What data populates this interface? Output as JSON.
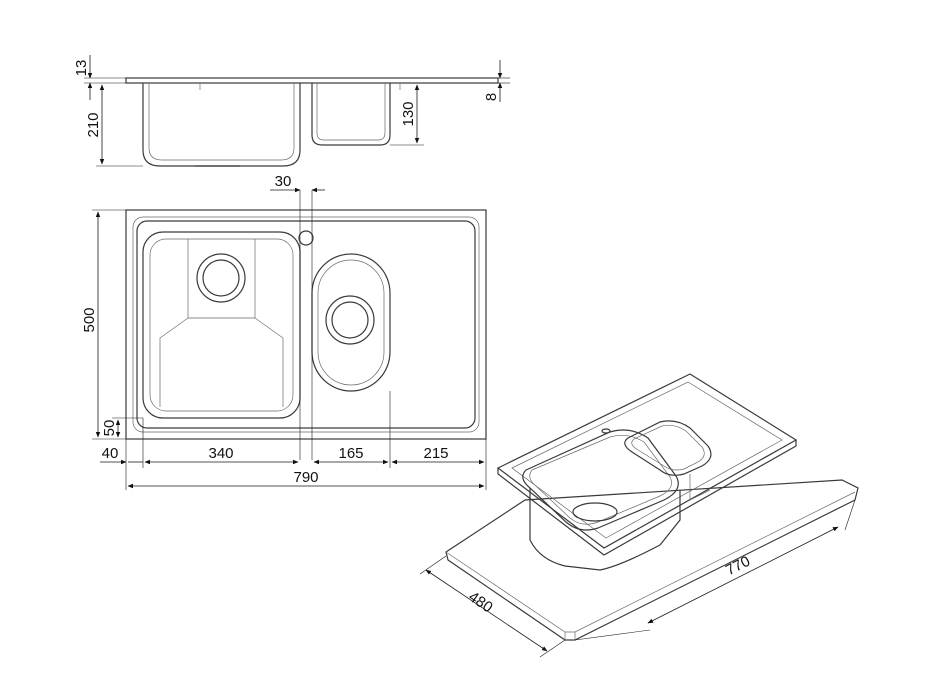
{
  "dimensions": {
    "d13": "13",
    "d8": "8",
    "d210": "210",
    "d130": "130",
    "d30": "30",
    "d500": "500",
    "d50": "50",
    "d40": "40",
    "d340": "340",
    "d165": "165",
    "d215": "215",
    "d790": "790",
    "d480": "480",
    "d770": "770"
  }
}
